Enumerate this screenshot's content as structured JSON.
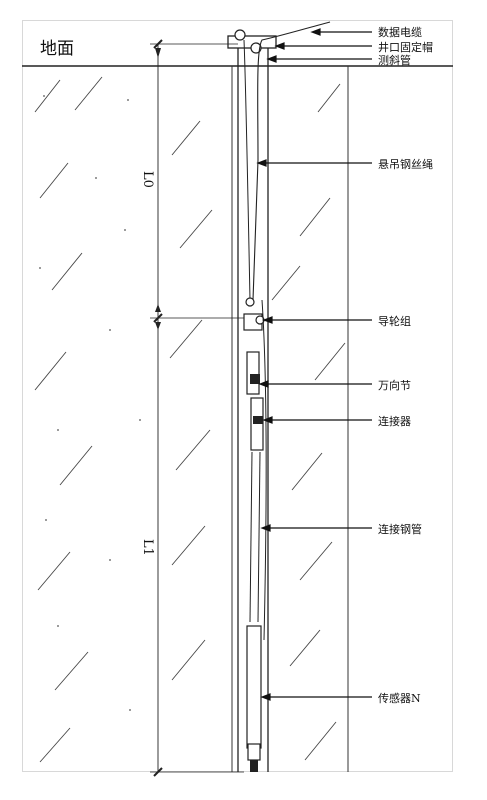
{
  "ground": {
    "label": "地面"
  },
  "callouts": [
    {
      "label": "数据电缆"
    },
    {
      "label": "井口固定帽"
    },
    {
      "label": "测斜管"
    },
    {
      "label": "悬吊钢丝绳"
    },
    {
      "label": "导轮组"
    },
    {
      "label": "万向节"
    },
    {
      "label": "连接器"
    },
    {
      "label": "连接钢管"
    },
    {
      "label": "传感器N"
    }
  ],
  "dimensions": {
    "upper": "L0",
    "lower": "L1"
  }
}
